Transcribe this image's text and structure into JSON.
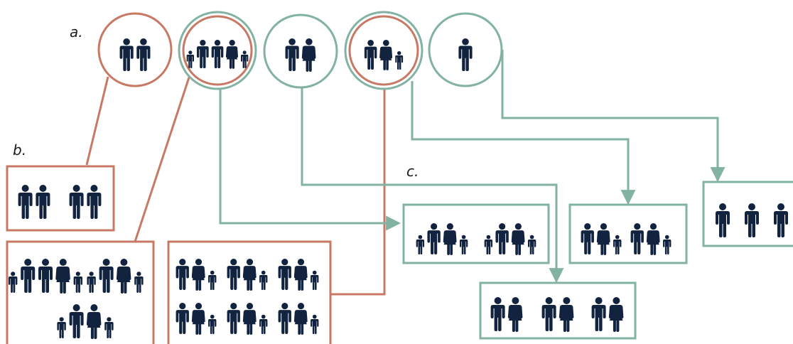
{
  "labels": {
    "a": "a.",
    "b": "b.",
    "c": "c."
  },
  "colors": {
    "figure": "#12233f",
    "red": "#c87965",
    "green": "#82b2a1",
    "background": "#ffffff"
  },
  "legend_circles": [
    {
      "id": "two-adults",
      "rings": [
        "red"
      ],
      "members": [
        "man",
        "man"
      ]
    },
    {
      "id": "two-adults-two-children",
      "rings": [
        "green",
        "red"
      ],
      "members": [
        "child",
        "man",
        "man",
        "woman",
        "child"
      ]
    },
    {
      "id": "man-woman",
      "rings": [
        "green"
      ],
      "members": [
        "man",
        "woman"
      ]
    },
    {
      "id": "two-adults-one-child",
      "rings": [
        "green",
        "red"
      ],
      "members": [
        "man",
        "woman",
        "child"
      ]
    },
    {
      "id": "single-adult",
      "rings": [
        "green"
      ],
      "members": [
        "man"
      ]
    }
  ],
  "boxes": [
    {
      "id": "box-b-two-couples",
      "color": "red",
      "groups": [
        [
          "man",
          "man"
        ],
        [
          "man",
          "man"
        ]
      ]
    },
    {
      "id": "box-families-3",
      "color": "red",
      "groups": [
        [
          "child",
          "man",
          "man",
          "woman",
          "child"
        ],
        [
          "child",
          "man",
          "woman",
          "child"
        ],
        [
          "child",
          "man",
          "woman",
          "child"
        ]
      ]
    },
    {
      "id": "box-families-6",
      "color": "red",
      "groups": [
        [
          "man",
          "woman",
          "child"
        ],
        [
          "man",
          "woman",
          "child"
        ],
        [
          "man",
          "woman",
          "child"
        ],
        [
          "man",
          "woman",
          "child"
        ],
        [
          "man",
          "woman",
          "child"
        ],
        [
          "man",
          "woman",
          "child"
        ]
      ]
    },
    {
      "id": "box-c-families-2",
      "color": "green",
      "groups": [
        [
          "child",
          "man",
          "woman",
          "child"
        ],
        [
          "child",
          "man",
          "woman",
          "child"
        ]
      ]
    },
    {
      "id": "box-families-small-2",
      "color": "green",
      "groups": [
        [
          "man",
          "woman",
          "child"
        ],
        [
          "man",
          "woman",
          "child"
        ]
      ]
    },
    {
      "id": "box-three-singles",
      "color": "green",
      "groups": [
        [
          "man"
        ],
        [
          "man"
        ],
        [
          "man"
        ]
      ]
    },
    {
      "id": "box-three-couples",
      "color": "green",
      "groups": [
        [
          "man",
          "woman"
        ],
        [
          "man",
          "woman"
        ],
        [
          "man",
          "woman"
        ]
      ]
    }
  ]
}
